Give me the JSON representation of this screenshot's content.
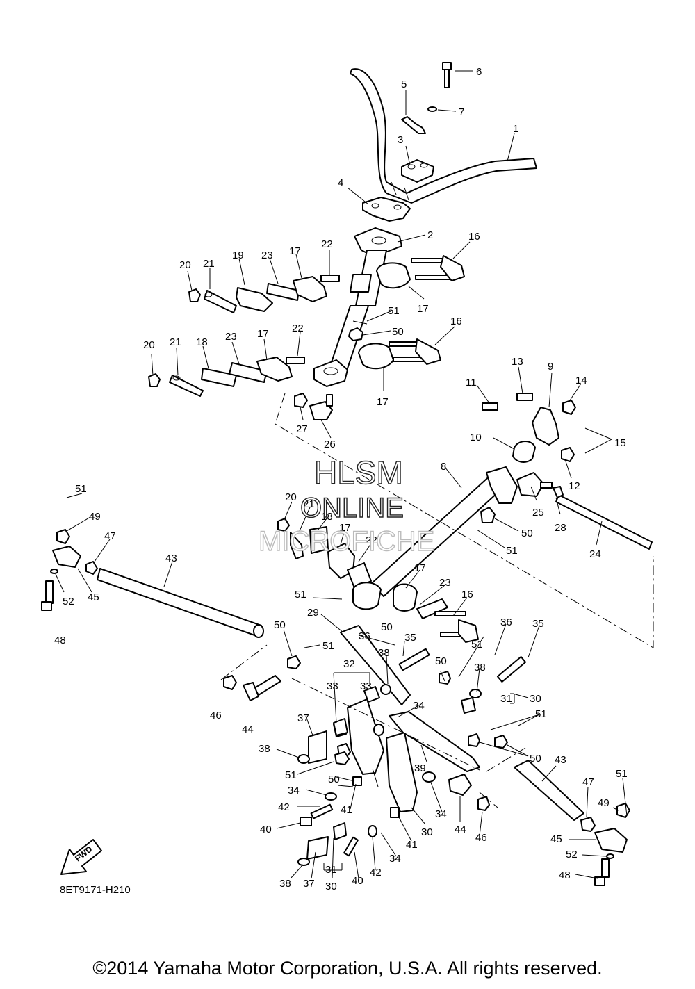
{
  "watermark": {
    "line1": "HLSM",
    "line2": "ONLINE",
    "line3": "MICROFICHE"
  },
  "fwd_label": "FWD",
  "diagram_code": "8ET9171-H210",
  "copyright": "©2014 Yamaha Motor Corporation, U.S.A. All rights reserved.",
  "callouts": [
    "1",
    "2",
    "3",
    "4",
    "5",
    "6",
    "7",
    "8",
    "9",
    "10",
    "11",
    "12",
    "13",
    "14",
    "15",
    "16",
    "17",
    "18",
    "19",
    "20",
    "21",
    "22",
    "23",
    "24",
    "25",
    "26",
    "27",
    "28",
    "29",
    "30",
    "31",
    "32",
    "33",
    "34",
    "35",
    "36",
    "37",
    "38",
    "39",
    "40",
    "41",
    "42",
    "43",
    "44",
    "45",
    "46",
    "47",
    "48",
    "49",
    "50",
    "51",
    "52"
  ]
}
